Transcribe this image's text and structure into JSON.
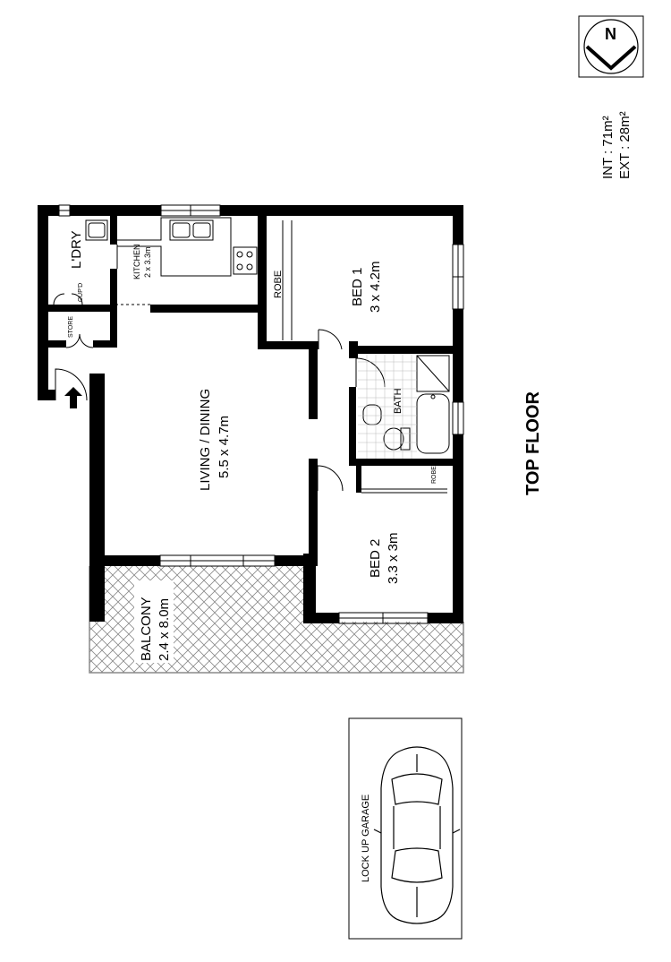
{
  "north": {
    "letter": "N"
  },
  "areas": {
    "internal": "INT : 71m²",
    "external": "EXT : 28m²"
  },
  "floor_title": "TOP FLOOR",
  "rooms": {
    "laundry": {
      "name": "L'DRY"
    },
    "cupboard": {
      "name": "CUP'D"
    },
    "store": {
      "name": "STORE"
    },
    "kitchen": {
      "name": "KITCHEN",
      "size": "2 x 3.3m"
    },
    "robe1": {
      "name": "ROBE"
    },
    "bed1": {
      "name": "BED 1",
      "size": "3 x 4.2m"
    },
    "living": {
      "name": "LIVING / DINING",
      "size": "5.5 x 4.7m"
    },
    "bath": {
      "name": "BATH"
    },
    "robe2": {
      "name": "ROBE"
    },
    "bed2": {
      "name": "BED 2",
      "size": "3.3 x 3m"
    },
    "balcony": {
      "name": "BALCONY",
      "size": "2.4 x 8.0m"
    }
  },
  "garage": {
    "name": "LOCK UP GARAGE"
  },
  "colors": {
    "wall": "#000000",
    "hatch": "#8a8a8a",
    "background": "#ffffff"
  }
}
